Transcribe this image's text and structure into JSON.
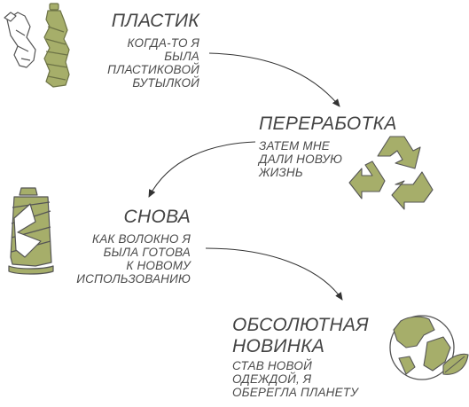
{
  "colors": {
    "accent": "#a6ae6a",
    "accent_dark": "#6d7346",
    "outline": "#555555",
    "text": "#4a4a4a"
  },
  "steps": [
    {
      "title_lines": [
        "ПЛАСТИК"
      ],
      "text_lines": [
        "КОГДА-ТО Я",
        "БЫЛА",
        "ПЛАСТИКОВОЙ",
        "БУТЫЛКОЙ"
      ],
      "icon": "plastic-bottles-icon"
    },
    {
      "title_lines": [
        "ПЕРЕРАБОТКА"
      ],
      "text_lines": [
        "ЗАТЕМ МНЕ",
        "ДАЛИ НОВУЮ",
        "ЖИЗНЬ"
      ],
      "icon": "recycle-icon"
    },
    {
      "title_lines": [
        "СНОВА"
      ],
      "text_lines": [
        "КАК ВОЛОКНО Я",
        "БЫЛА ГОТОВА",
        "К НОВОМУ",
        "ИСПОЛЬЗОВАНИЮ"
      ],
      "icon": "thread-spool-icon"
    },
    {
      "title_lines": [
        "ОБСОЛЮТНАЯ",
        "НОВИНКА"
      ],
      "text_lines": [
        "СТАВ НОВОЙ",
        "ОДЕЖДОЙ, Я",
        "ОБЕРЕГЛА ПЛАНЕТУ"
      ],
      "icon": "earth-leaf-icon"
    }
  ]
}
